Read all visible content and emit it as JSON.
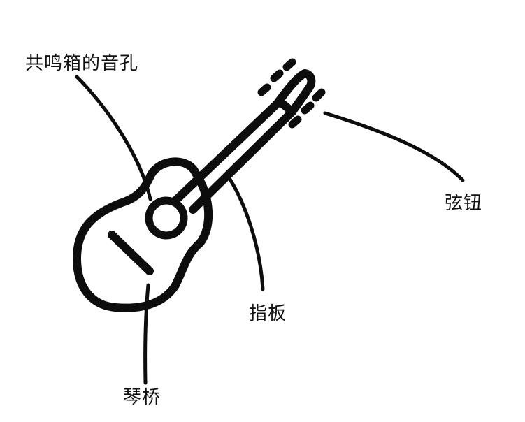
{
  "labels": {
    "sound_hole": "共鸣箱的音孔",
    "tuning_pegs": "弦钮",
    "fretboard": "指板",
    "bridge": "琴桥"
  },
  "colors": {
    "ink": "#0d0d0d",
    "background": "#ffffff"
  }
}
